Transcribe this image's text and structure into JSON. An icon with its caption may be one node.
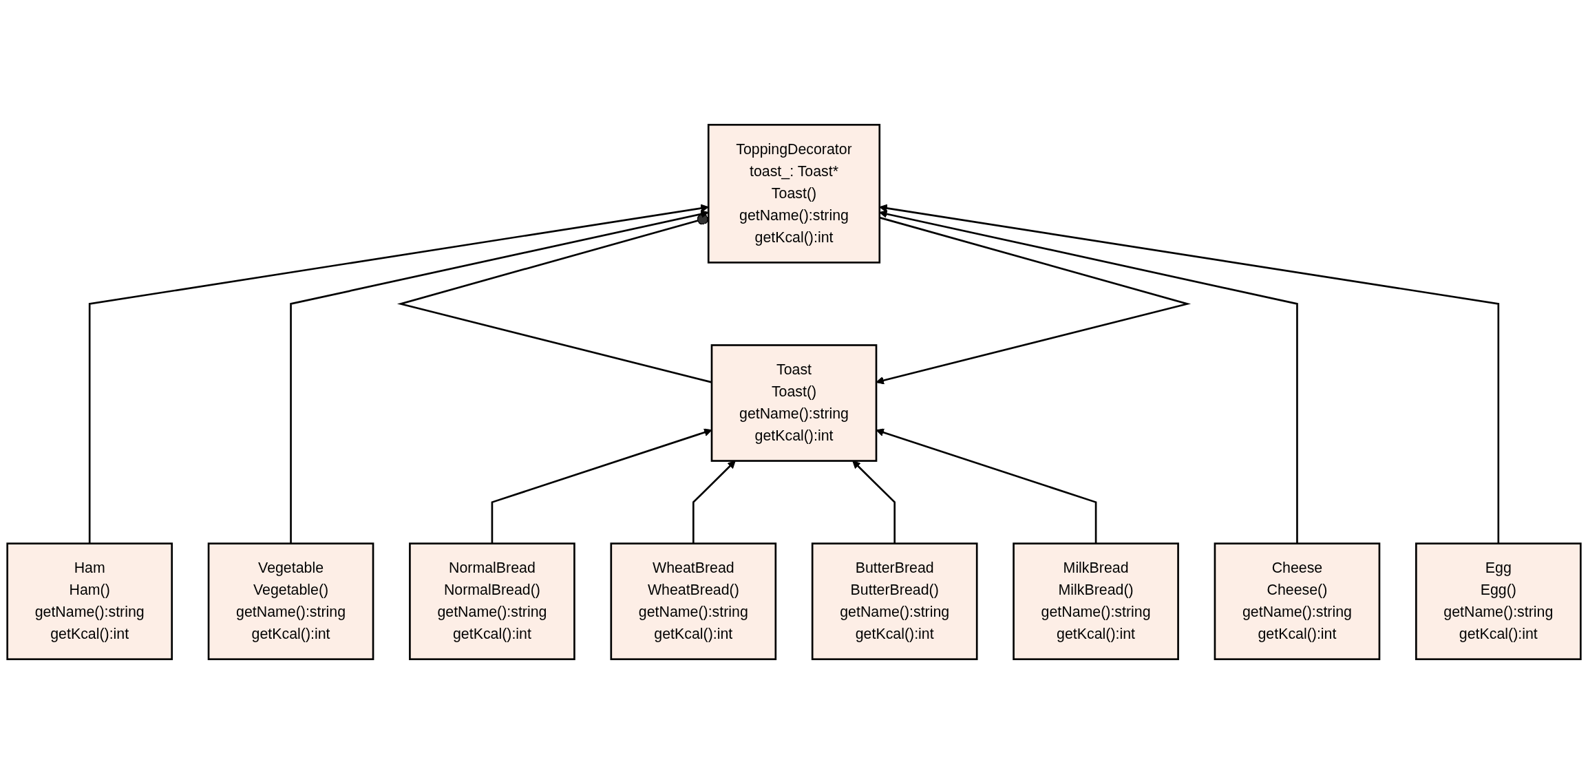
{
  "diagram": {
    "nodes": [
      {
        "text": [
          "Toast",
          "Toast()",
          "getName():string",
          "getKcal():int"
        ]
      },
      {
        "text": [
          "NormalBread",
          "NormalBread()",
          "getName():string",
          "getKcal():int"
        ]
      },
      {
        "text": [
          "WheatBread",
          "WheatBread()",
          "getName():string",
          "getKcal():int"
        ]
      },
      {
        "text": [
          "ButterBread",
          "ButterBread()",
          "getName():string",
          "getKcal():int"
        ]
      },
      {
        "text": [
          "MilkBread",
          "MilkBread()",
          "getName():string",
          "getKcal():int"
        ]
      },
      {
        "text": [
          "ToppingDecorator",
          "toast_: Toast*",
          "Toast()",
          "getName():string",
          "getKcal():int"
        ]
      },
      {
        "text": [
          "Ham",
          "Ham()",
          "getName():string",
          "getKcal():int"
        ]
      },
      {
        "text": [
          "Vegetable",
          "Vegetable()",
          "getName():string",
          "getKcal():int"
        ]
      },
      {
        "text": [
          "Cheese",
          "Cheese()",
          "getName():string",
          "getKcal():int"
        ]
      },
      {
        "text": [
          "Egg",
          "Egg()",
          "getName():string",
          "getKcal():int"
        ]
      }
    ],
    "edges": [
      {
        "from": 1,
        "to": 0,
        "arrow": "to"
      },
      {
        "from": 2,
        "to": 0,
        "arrow": "to"
      },
      {
        "from": 3,
        "to": 0,
        "arrow": "to"
      },
      {
        "from": 4,
        "to": 0,
        "arrow": "to"
      },
      {
        "from": 5,
        "to": 0,
        "arrow": "to"
      },
      {
        "from": 0,
        "to": 5,
        "arrow": "other"
      },
      {
        "from": 6,
        "to": 5,
        "arrow": "to"
      },
      {
        "from": 7,
        "to": 5,
        "arrow": "to"
      },
      {
        "from": 8,
        "to": 5,
        "arrow": "to"
      },
      {
        "from": 9,
        "to": 5,
        "arrow": "to"
      }
    ]
  }
}
